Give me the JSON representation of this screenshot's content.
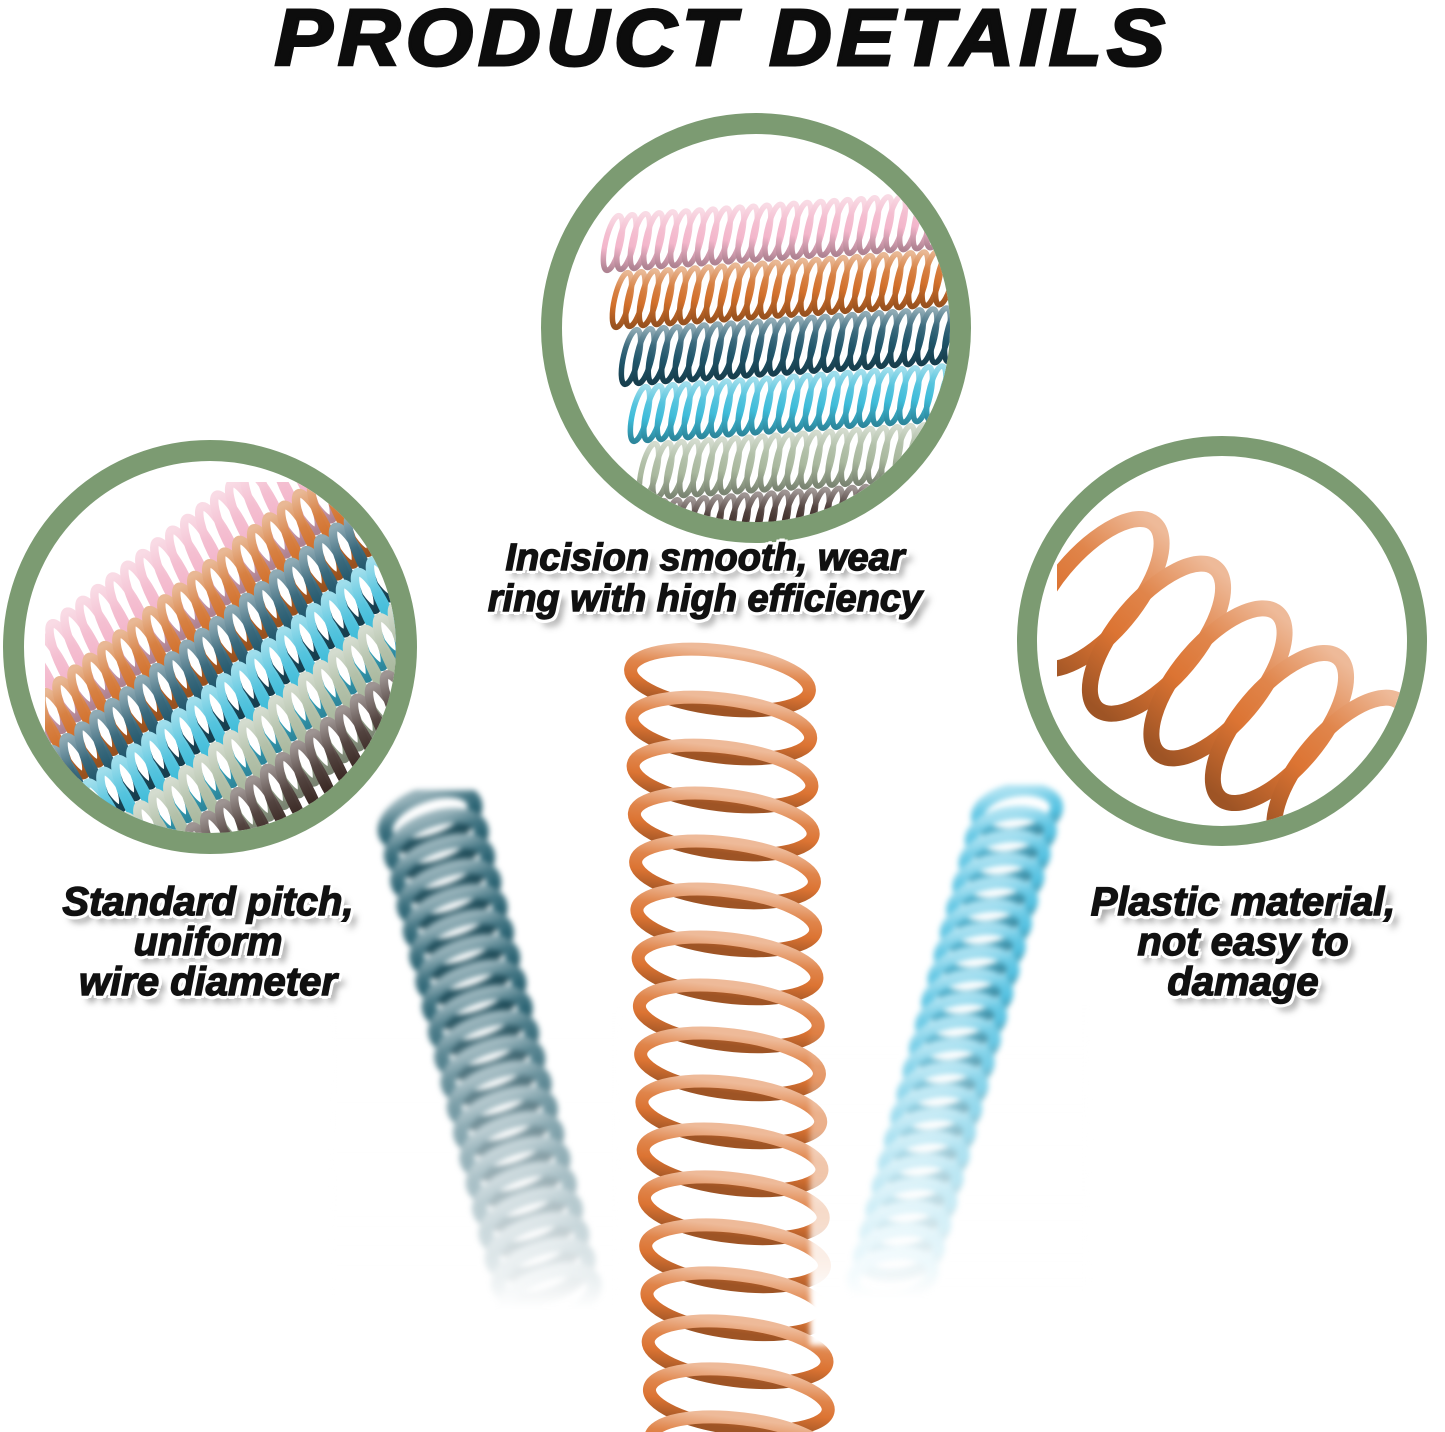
{
  "title": "PRODUCT DETAILS",
  "captions": {
    "top": {
      "lines": [
        "Incision smooth, wear",
        "ring with high efficiency"
      ]
    },
    "left": {
      "lines": [
        "Standard pitch,",
        "uniform",
        "wire diameter"
      ]
    },
    "right": {
      "lines": [
        "Plastic material,",
        "not easy to",
        "damage"
      ]
    }
  },
  "colors": {
    "background": "#FFFFFF",
    "ring": "#7C9B72",
    "text": "#111111",
    "coil_pink": "#F3B6CB",
    "coil_orange": "#D2702B",
    "coil_teal": "#20566B",
    "coil_sky": "#3FBCD9",
    "coil_sage": "#A9B89E",
    "coil_brown": "#3C2B26",
    "big_teal": "#2A6373",
    "big_orange": "#DC7433",
    "big_sky": "#55C2E2"
  }
}
